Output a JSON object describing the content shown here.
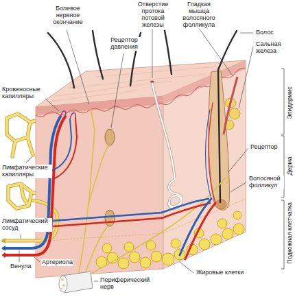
{
  "diagram": {
    "labels": [
      "Болевое нервное окончание",
      "Отверстие протока потовой железы",
      "Гладкая мышца волосяного фолликула",
      "Волос",
      "Рецептор давления",
      "Сальная железа",
      "Эпидермис",
      "Дерма",
      "Кровеносные капилляры",
      "Лимфатические капилляры",
      "Рецептор",
      "Волосяной фолликул",
      "Лимфатический сосуд",
      "Артериола",
      "Венула",
      "Периферический нерв",
      "Подкожная клетчатка",
      "Жировые клетки"
    ]
  }
}
